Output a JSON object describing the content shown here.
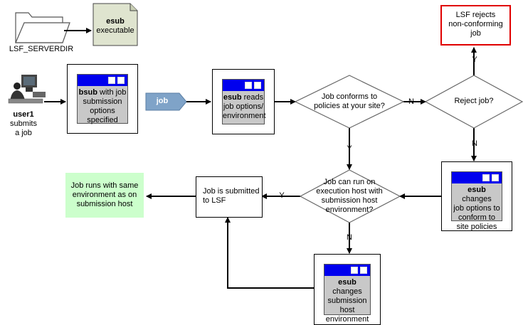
{
  "diagram": {
    "folder_label": "LSF_SERVERDIR",
    "esub_exec": {
      "bold": "esub",
      "rest": "executable"
    },
    "user": {
      "bold": "user1",
      "line2": "submits",
      "line3": "a job"
    },
    "bsub_box": {
      "bold": "bsub",
      "rest_first": " with job",
      "lines": [
        "submission",
        "options",
        "specified"
      ]
    },
    "job_arrow_label": "job",
    "esub_reads": {
      "bold": "esub",
      "rest_first": " reads",
      "lines": [
        "job options/",
        "environment"
      ]
    },
    "conforms_decision": {
      "lines": [
        "Job conforms to",
        "policies at your site?"
      ]
    },
    "reject_decision": {
      "lines": [
        "Reject job?"
      ]
    },
    "rejects_box": {
      "lines": [
        "LSF rejects",
        "non-conforming",
        "job"
      ]
    },
    "esub_changes_opts": {
      "bold": "esub",
      "rest_first": " changes",
      "lines": [
        "job options to",
        "conform to",
        "site policies"
      ]
    },
    "run_decision": {
      "lines": [
        "Job can run on",
        "execution host with",
        "submission host",
        "environment?"
      ]
    },
    "submitted_box": {
      "lines": [
        "Job is submitted",
        "to LSF"
      ]
    },
    "runs_box": {
      "lines": [
        "Job runs with same",
        "environment as on",
        "submission host"
      ]
    },
    "esub_changes_env": {
      "bold": "esub",
      "rest_first": " changes",
      "lines": [
        "submission",
        "host",
        "environment"
      ]
    },
    "edge_labels": {
      "n1": "N",
      "y1": "Y",
      "n2": "N",
      "y2": "Y",
      "n3": "N"
    },
    "colors": {
      "window_bar": "#0000ee",
      "window_body": "#c8c8c8",
      "reject_border": "#e00000",
      "runs_fill": "#ccffcc",
      "esub_exec_fill": "#dfe4cf",
      "job_arrow": "#7fa3c8"
    },
    "icons": [
      "folder-icon",
      "document-icon",
      "computer-user-icon",
      "window-icon"
    ]
  }
}
